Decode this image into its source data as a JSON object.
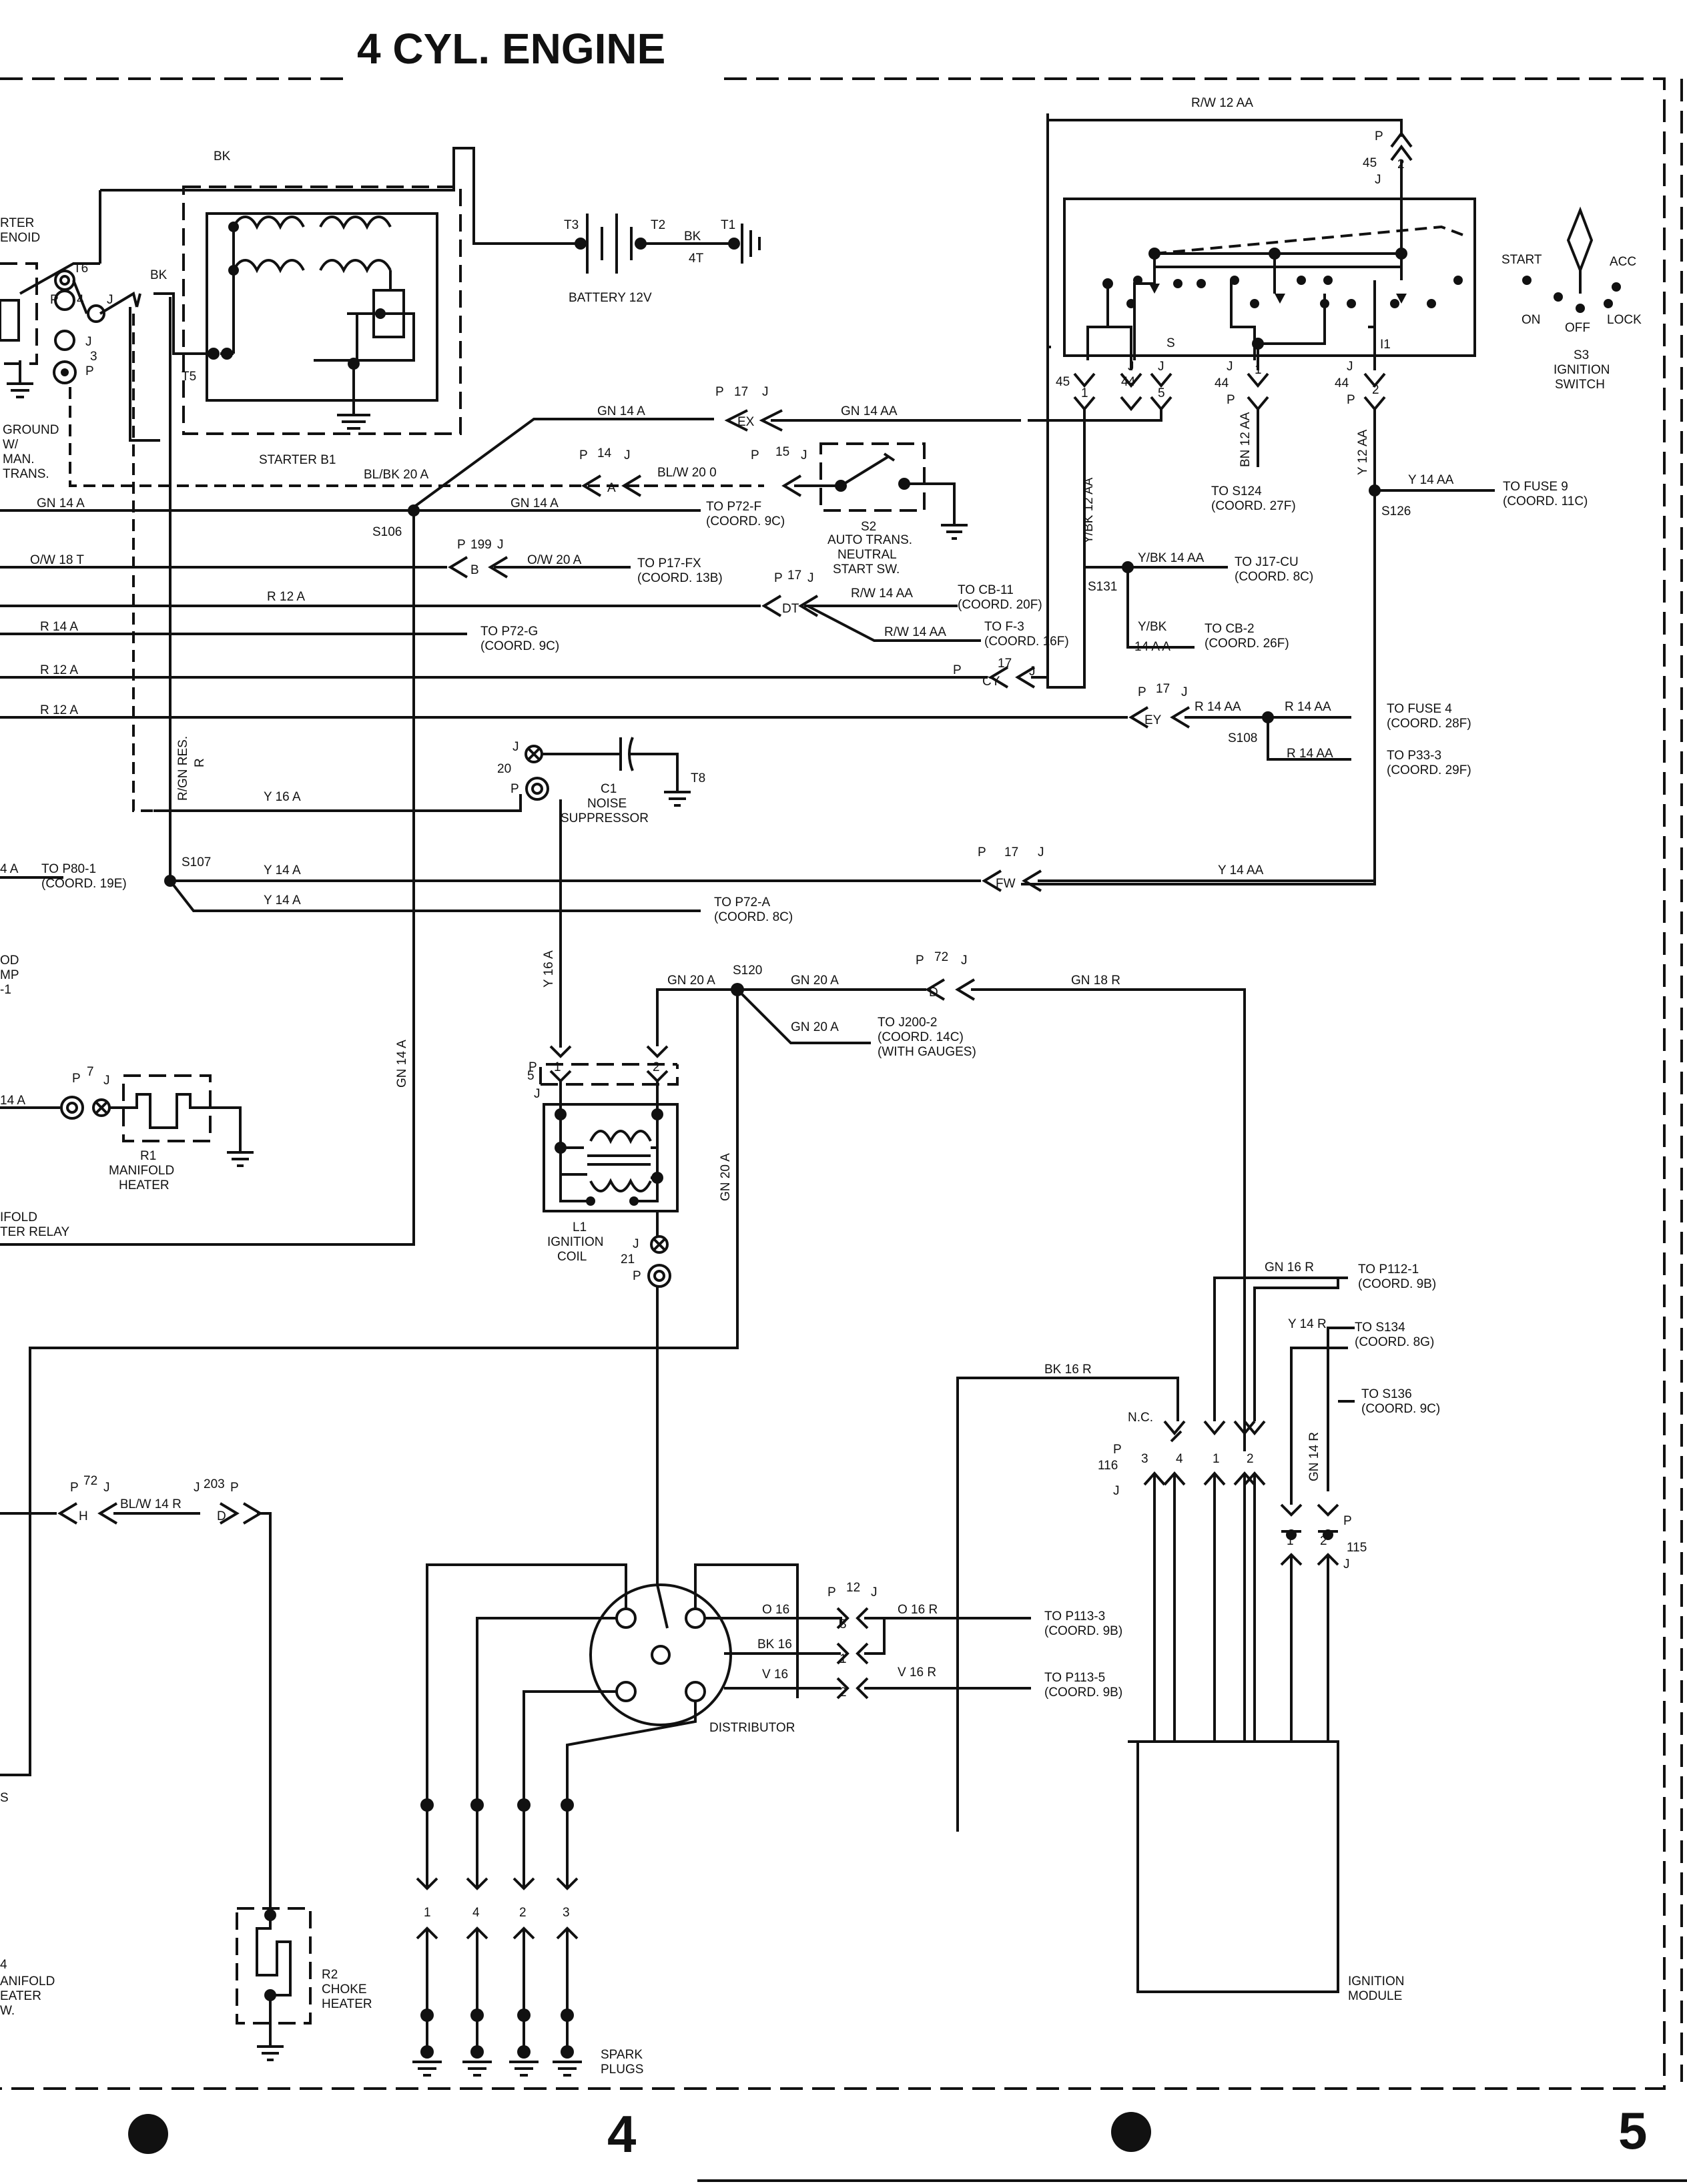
{
  "header": {
    "title": "4 CYL. ENGINE"
  },
  "footer": {
    "page_left": "4",
    "page_right": "5"
  },
  "components": {
    "battery": "BATTERY 12V",
    "starter": "STARTER B1",
    "starter_solenoid": [
      "RTER",
      "ENOID"
    ],
    "ground_note": [
      "GROUND",
      "W/",
      "MAN.",
      "TRANS."
    ],
    "s2": [
      "S2",
      "AUTO TRANS.",
      "NEUTRAL",
      "START SW."
    ],
    "s3": [
      "S3",
      "IGNITION",
      "SWITCH"
    ],
    "c1": [
      "C1",
      "NOISE",
      "SUPPRESSOR"
    ],
    "l1": [
      "L1",
      "IGNITION",
      "COIL"
    ],
    "r1": [
      "R1",
      "MANIFOLD",
      "HEATER"
    ],
    "r2": [
      "R2",
      "CHOKE",
      "HEATER"
    ],
    "distributor": "DISTRIBUTOR",
    "ignition_module": [
      "IGNITION",
      "MODULE"
    ],
    "spark_plugs": [
      "SPARK",
      "PLUGS"
    ],
    "manifold_relay": [
      "IFOLD",
      "TER RELAY"
    ],
    "left_cut_a": [
      "OD",
      "MP",
      "-1"
    ],
    "left_cut_b": [
      "4",
      "ANIFOLD",
      "EATER",
      "W."
    ],
    "left_cut_c": "S"
  },
  "ignition_positions": {
    "start": "START",
    "acc": "ACC",
    "on": "ON",
    "off": "OFF",
    "lock": "LOCK"
  },
  "splices": [
    "S106",
    "S107",
    "S108",
    "S120",
    "S126",
    "S131"
  ],
  "terminals": [
    "T1",
    "T2",
    "T3",
    "T5",
    "T6",
    "T8"
  ],
  "wires": {
    "bk": "BK",
    "bk_4t": "4T",
    "rw12aa": "R/W 12 AA",
    "gn14a": "GN 14 A",
    "gn14aa": "GN 14 AA",
    "blbk20a": "BL/BK 20 A",
    "blw200": "BL/W 20 0",
    "ow18t": "O/W 18 T",
    "ow20a": "O/W 20 A",
    "r12a": "R 12 A",
    "r14a": "R 14 A",
    "rw14aa": "R/W 14 AA",
    "r14aa": "R 14 AA",
    "rgn_res": "R/GN RES.",
    "r": "R",
    "y16a": "Y 16 A",
    "y14a": "Y 14 A",
    "y14aa": "Y 14 AA",
    "ybk12aa": "Y/BK 12 AA",
    "ybk14aa": "Y/BK 14 AA",
    "ybk": "Y/BK",
    "aa14": "14 A A",
    "bn12aa": "BN 12 AA",
    "y12aa": "Y 12 AA",
    "gn20a": "GN 20 A",
    "gn18r": "GN 18 R",
    "gn16r": "GN 16 R",
    "y14r": "Y 14 R",
    "gn14r": "GN 14 R",
    "bk16r": "BK 16 R",
    "blw14r": "BL/W 14 R",
    "o16": "O 16",
    "o16r": "O 16 R",
    "bk16": "BK 16",
    "v16": "V 16",
    "v16r": "V 16 R",
    "a4": "4 A",
    "a14": "14 A"
  },
  "refs": {
    "p72f": [
      "TO P72-F",
      "(COORD. 9C)"
    ],
    "p17fx": [
      "TO P17-FX",
      "(COORD. 13B)"
    ],
    "cb11": [
      "TO CB-11",
      "(COORD. 20F)"
    ],
    "f3": [
      "TO F-3",
      "(COORD. 16F)"
    ],
    "p72g": [
      "TO P72-G",
      "(COORD. 9C)"
    ],
    "s124": [
      "TO S124",
      "(COORD. 27F)"
    ],
    "fuse9": [
      "TO FUSE 9",
      "(COORD. 11C)"
    ],
    "j17cu": [
      "TO J17-CU",
      "(COORD. 8C)"
    ],
    "cb2": [
      "TO CB-2",
      "(COORD. 26F)"
    ],
    "fuse4": [
      "TO FUSE 4",
      "(COORD. 28F)"
    ],
    "p333": [
      "TO P33-3",
      "(COORD. 29F)"
    ],
    "p801": [
      "TO P80-1",
      "(COORD. 19E)"
    ],
    "p72a": [
      "TO P72-A",
      "(COORD. 8C)"
    ],
    "j2002": [
      "TO J200-2",
      "(COORD. 14C)",
      "(WITH GAUGES)"
    ],
    "p1121": [
      "TO P112-1",
      "(COORD. 9B)"
    ],
    "s134": [
      "TO S134",
      "(COORD. 8G)"
    ],
    "s136": [
      "TO S136",
      "(COORD. 9C)"
    ],
    "p1133": [
      "TO P113-3",
      "(COORD. 9B)"
    ],
    "p1135": [
      "TO P113-5",
      "(COORD. 9B)"
    ]
  },
  "connector_labels": {
    "p": "P",
    "j": "J",
    "n17": "17",
    "n45": "45",
    "n44": "44",
    "n2": "2",
    "n1": "1",
    "n5": "5",
    "n14": "14",
    "n15": "15",
    "n199": "199",
    "n20": "20",
    "n21": "21",
    "n72": "72",
    "n7": "7",
    "n203": "203",
    "n12": "12",
    "n3": "3",
    "n4": "4",
    "n116": "116",
    "n115": "115",
    "nc": "N.C.",
    "s": "S",
    "i1": "I1",
    "ex": "EX",
    "a": "A",
    "b": "B",
    "dt": "DT",
    "cy": "CY",
    "ey": "EY",
    "fw": "FW",
    "d": "D",
    "h": "H"
  },
  "spark_plug_numbers": [
    "1",
    "4",
    "2",
    "3"
  ]
}
